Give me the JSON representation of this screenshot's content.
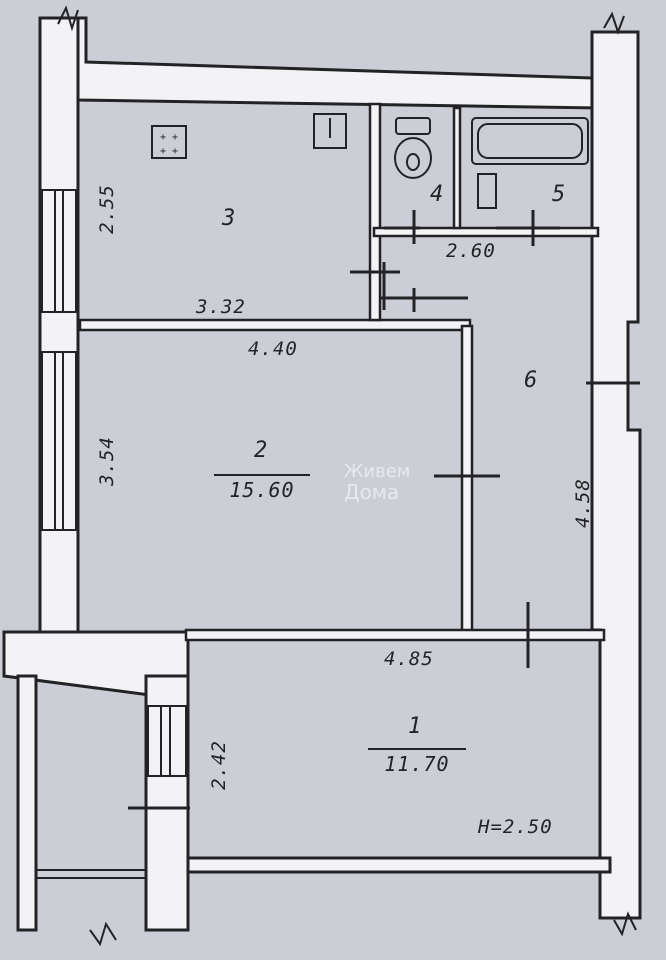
{
  "rooms": {
    "r1": {
      "number": "1",
      "area": "11.70"
    },
    "r2": {
      "number": "2",
      "area": "15.60"
    },
    "r3": {
      "number": "3"
    },
    "r4": {
      "number": "4"
    },
    "r5": {
      "number": "5"
    },
    "r6": {
      "number": "6"
    }
  },
  "dimensions": {
    "kitchen_height": "2.55",
    "kitchen_width": "3.32",
    "room2_width": "4.40",
    "room2_height": "3.54",
    "bath_width": "2.60",
    "hall_length": "4.58",
    "room1_width": "4.85",
    "room1_height": "2.42"
  },
  "ceiling_height": "H=2.50",
  "watermark": {
    "line1": "Живем",
    "line2": "Дома"
  },
  "colors": {
    "paper": "#ccced6",
    "wall": "#f3f3f6",
    "ink": "#232325"
  },
  "icons": [
    "stove-icon",
    "sink-icon",
    "toilet-icon",
    "bathtub-icon",
    "washbasin-icon"
  ]
}
